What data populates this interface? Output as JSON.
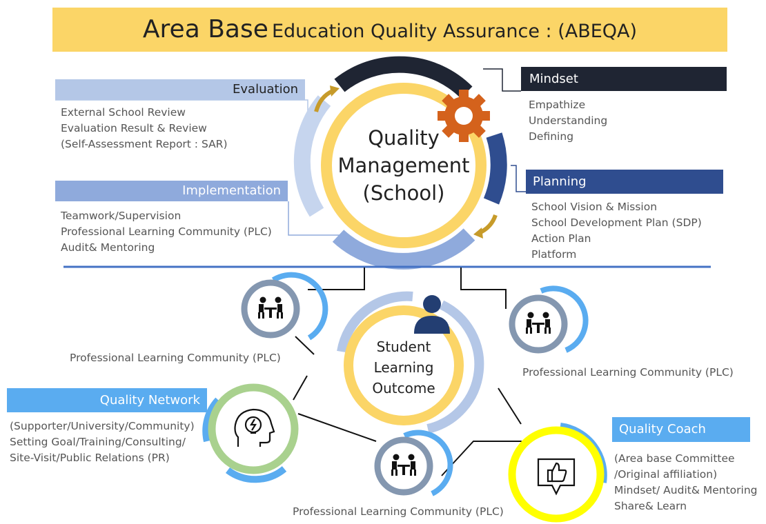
{
  "title": {
    "part1": "Area Base",
    "part2": "Education Quality Assurance : (ABEQA)"
  },
  "center": {
    "lines": [
      "Quality",
      "Management",
      "(School)"
    ]
  },
  "evaluation": {
    "header": "Evaluation",
    "items": [
      "External School Review",
      "Evaluation Result & Review",
      "(Self-Assessment Report : SAR)"
    ]
  },
  "implementation": {
    "header": "Implementation",
    "items": [
      "Teamwork/Supervision",
      "Professional Learning Community (PLC)",
      "Audit& Mentoring"
    ]
  },
  "mindset": {
    "header": "Mindset",
    "items": [
      "Empathize",
      "Understanding",
      "Defining"
    ]
  },
  "planning": {
    "header": "Planning",
    "items": [
      "School Vision & Mission",
      "School Development Plan (SDP)",
      "Action Plan",
      "Platform"
    ]
  },
  "student": {
    "lines": [
      "Student",
      "Learning",
      "Outcome"
    ]
  },
  "plc_nodes": [
    {
      "label": "Professional Learning Community (PLC)"
    },
    {
      "label": "Professional Learning Community (PLC)"
    },
    {
      "label": "Professional Learning Community (PLC)"
    }
  ],
  "quality_network": {
    "header": "Quality Network",
    "items": [
      "(Supporter/University/Community)",
      "Setting Goal/Training/Consulting/",
      "Site-Visit/Public Relations (PR)"
    ]
  },
  "quality_coach": {
    "header": "Quality Coach",
    "items": [
      "(Area base Committee",
      "/Original affiliation)",
      "Mindset/ Audit& Mentoring",
      "Share& Learn"
    ]
  },
  "icons": [
    "meeting-icon",
    "gear-icon",
    "person-icon",
    "lightbulb-head-icon",
    "thumbs-up-icon",
    "arrow-icon"
  ],
  "colors": {
    "title_bg": "#fbd567",
    "gold": "#fbd567",
    "navy": "#1f2533",
    "dark_blue": "#2f4d8f",
    "light_blue": "#b4c7e7",
    "mid_blue": "#8faadc",
    "sky_blue": "#5aacf0",
    "gear": "#d4621c",
    "grey_ring": "#8497b0",
    "green_ring": "#a9d18e",
    "yellow_ring": "#ffff00"
  }
}
